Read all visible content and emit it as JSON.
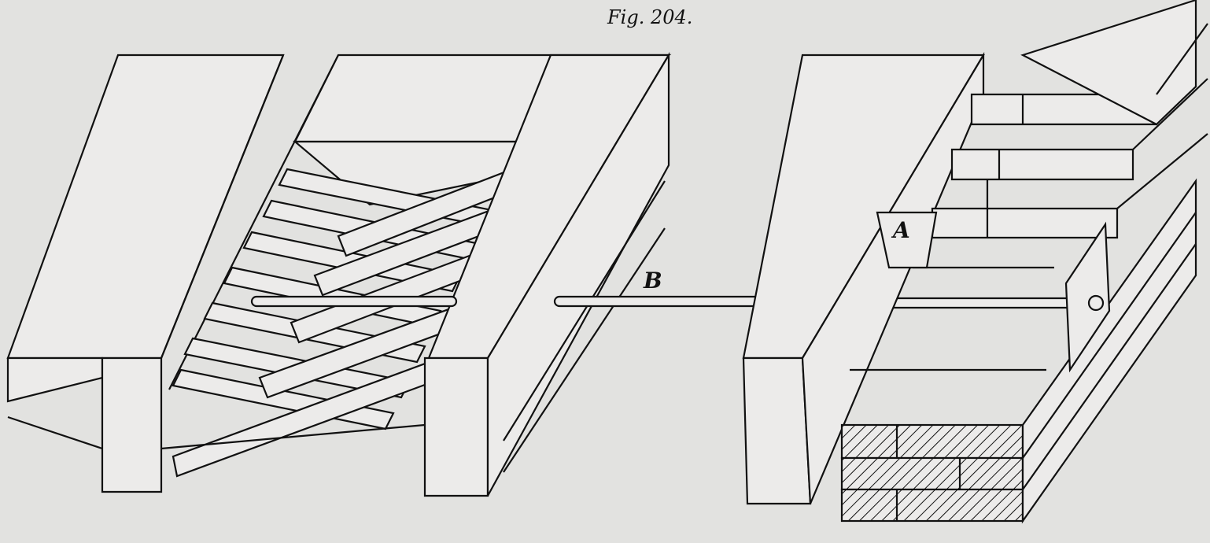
{
  "figure": {
    "title": "Fig. 204.",
    "labels": {
      "wedge": "A",
      "rod": "B"
    }
  }
}
